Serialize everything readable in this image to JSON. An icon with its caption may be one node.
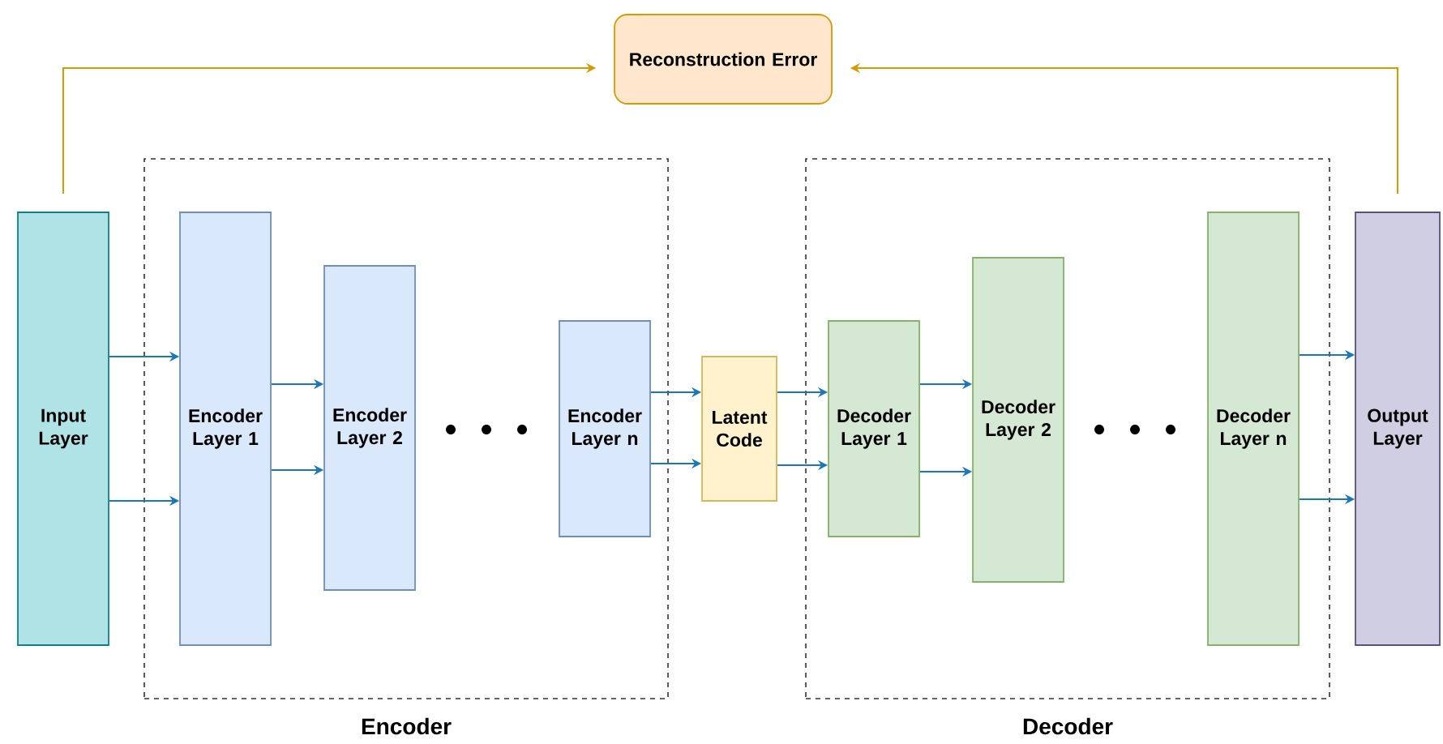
{
  "diagram": {
    "nodes": [
      {
        "text": [
          "Reconstruction Error"
        ]
      },
      {
        "text": [
          "Encoder"
        ]
      },
      {
        "text": [
          "Decoder"
        ]
      },
      {
        "text": [
          "Input Layer"
        ]
      },
      {
        "text": [
          "Encoder Layer 1"
        ],
        "in": 1
      },
      {
        "text": [
          "Encoder Layer 2"
        ],
        "in": 1
      },
      {
        "text": [
          "Encoder Layer n"
        ],
        "in": 1
      },
      {
        "text": [
          "Latent Code"
        ]
      },
      {
        "text": [
          "Decoder Layer 1"
        ],
        "in": 2
      },
      {
        "text": [
          "Decoder Layer 2"
        ],
        "in": 2
      },
      {
        "text": [
          "Decoder Layer n"
        ],
        "in": 2
      },
      {
        "text": [
          "Output Layer"
        ]
      }
    ],
    "edges": [
      {
        "from": 3,
        "to": 0,
        "arrow": "to",
        "color": "#d79b00"
      },
      {
        "from": 11,
        "to": 0,
        "arrow": "to",
        "color": "#d79b00"
      },
      {
        "from": 3,
        "to": 4,
        "arrow": "to"
      },
      {
        "from": 3,
        "to": 4,
        "arrow": "to"
      },
      {
        "from": 4,
        "to": 5,
        "arrow": "to"
      },
      {
        "from": 4,
        "to": 5,
        "arrow": "to"
      },
      {
        "from": 6,
        "to": 7,
        "arrow": "to"
      },
      {
        "from": 6,
        "to": 7,
        "arrow": "to"
      },
      {
        "from": 7,
        "to": 8,
        "arrow": "to"
      },
      {
        "from": 7,
        "to": 8,
        "arrow": "to"
      },
      {
        "from": 8,
        "to": 9,
        "arrow": "to"
      },
      {
        "from": 8,
        "to": 9,
        "arrow": "to"
      },
      {
        "from": 10,
        "to": 11,
        "arrow": "to"
      },
      {
        "from": 10,
        "to": 11,
        "arrow": "to"
      }
    ]
  }
}
